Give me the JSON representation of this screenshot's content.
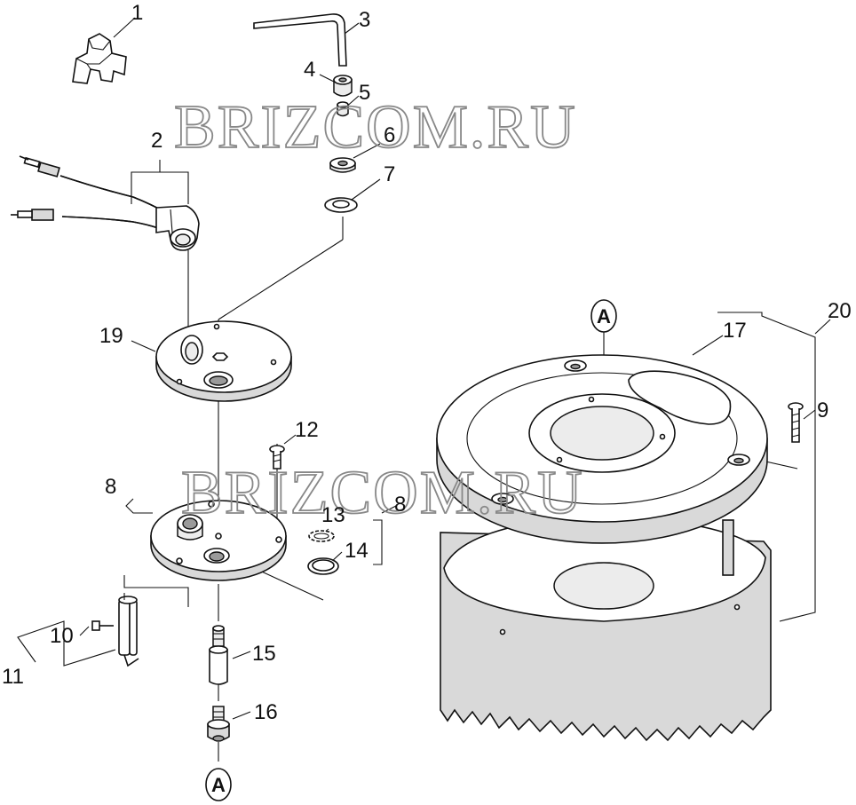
{
  "watermarks": [
    "BRIZCOM.RU",
    "BRIZCOM.RU"
  ],
  "markers": [
    "A",
    "A"
  ],
  "callouts": {
    "c1": "1",
    "c2": "2",
    "c3": "3",
    "c4": "4",
    "c5": "5",
    "c6": "6",
    "c7": "7",
    "c8a": "8",
    "c8b": "8",
    "c9": "9",
    "c10": "10",
    "c11": "11",
    "c12": "12",
    "c13": "13",
    "c14": "14",
    "c15": "15",
    "c16": "16",
    "c17": "17",
    "c19": "19",
    "c20": "20"
  }
}
